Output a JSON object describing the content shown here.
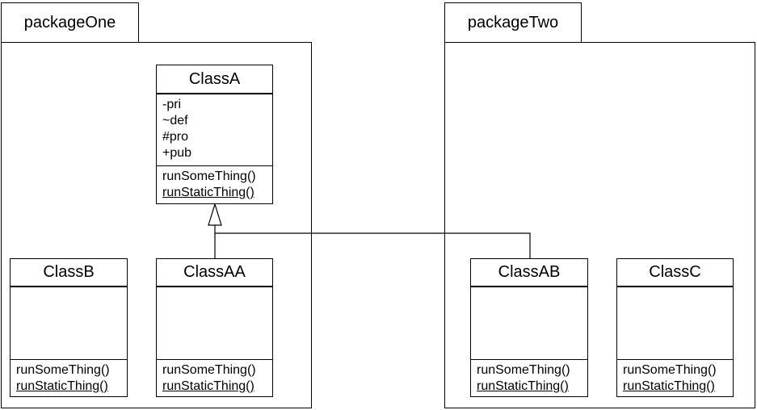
{
  "colors": {
    "stroke": "#000000",
    "background": "#ffffff",
    "text": "#000000"
  },
  "packages": [
    {
      "name": "packageOne"
    },
    {
      "name": "packageTwo"
    }
  ],
  "classes": [
    {
      "name": "ClassA",
      "package": "packageOne",
      "attributes": [
        "-pri",
        "~def",
        "#pro",
        "+pub"
      ],
      "methods": [
        {
          "label": "runSomeThing()",
          "static": false
        },
        {
          "label": "runStaticThing()",
          "static": true
        }
      ]
    },
    {
      "name": "ClassB",
      "package": "packageOne",
      "attributes": [],
      "methods": [
        {
          "label": "runSomeThing()",
          "static": false
        },
        {
          "label": "runStaticThing()",
          "static": true
        }
      ]
    },
    {
      "name": "ClassAA",
      "package": "packageOne",
      "attributes": [],
      "methods": [
        {
          "label": "runSomeThing()",
          "static": false
        },
        {
          "label": "runStaticThing()",
          "static": true
        }
      ]
    },
    {
      "name": "ClassAB",
      "package": "packageTwo",
      "attributes": [],
      "methods": [
        {
          "label": "runSomeThing()",
          "static": false
        },
        {
          "label": "runStaticThing()",
          "static": true
        }
      ]
    },
    {
      "name": "ClassC",
      "package": "packageTwo",
      "attributes": [],
      "methods": [
        {
          "label": "runSomeThing()",
          "static": false
        },
        {
          "label": "runStaticThing()",
          "static": true
        }
      ]
    }
  ],
  "relations": [
    {
      "type": "generalization",
      "from": "ClassAA",
      "to": "ClassA"
    },
    {
      "type": "generalization",
      "from": "ClassAB",
      "to": "ClassA"
    }
  ]
}
